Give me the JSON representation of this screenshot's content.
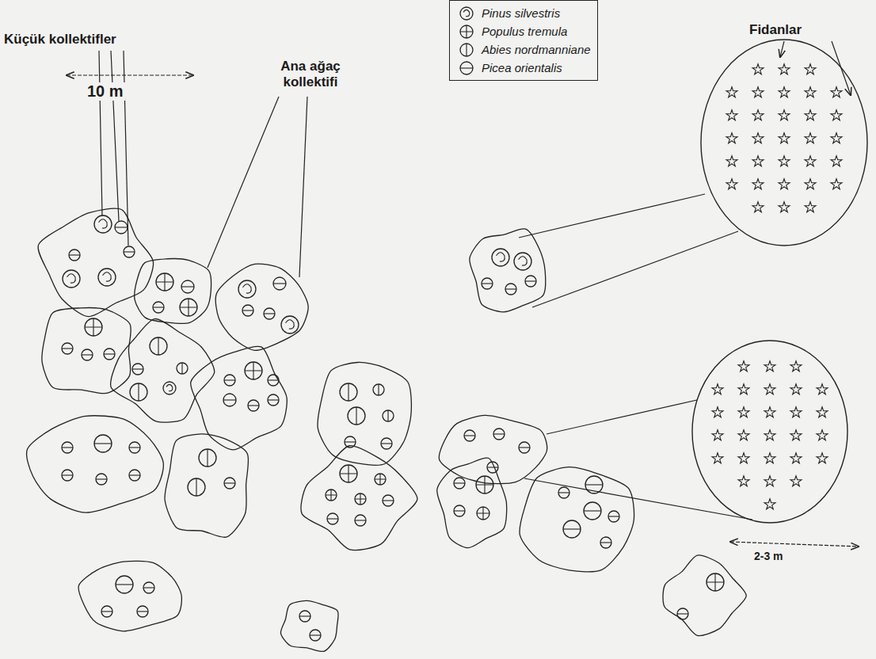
{
  "diagram": {
    "labels": [
      "10 m",
      "Küçük kollektifler",
      "Ana ağaç kollektifi",
      "Fidanlar",
      "2-3 m"
    ],
    "legend": [
      {
        "text": "Pinus silvestris"
      },
      {
        "text": "Populus tremula"
      },
      {
        "text": "Abies nordmanniane"
      },
      {
        "text": "Picea orientalis"
      }
    ]
  }
}
